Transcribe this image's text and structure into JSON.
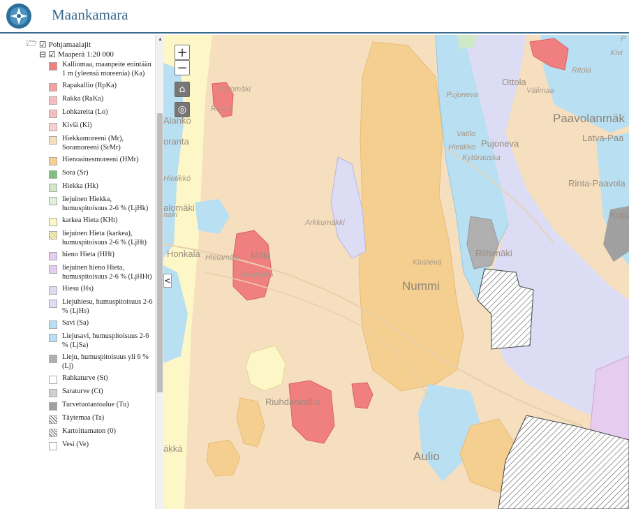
{
  "app": {
    "title": "Maankamara"
  },
  "tree": {
    "root": {
      "label": "Pohjamaalajit",
      "checked": true
    },
    "child": {
      "label": "Maaperä 1:20 000",
      "checked": true
    }
  },
  "legend": [
    {
      "label": "Kalliomaa, maanpeite enintään 1 m (yleensä moreenia) (Ka)",
      "color": "#f08080"
    },
    {
      "label": "Rapakallio (RpKa)",
      "color": "#f4a0a0"
    },
    {
      "label": "Rakka (RaKa)",
      "color": "#f7c0c0"
    },
    {
      "label": "Lohkareita (Lo)",
      "color": "#f7c0c0"
    },
    {
      "label": "Kiviä (Ki)",
      "color": "#f9cfcf"
    },
    {
      "label": "Hiekkamoreeni (Mr), Soramoreeni (SrMr)",
      "color": "#f5dfbf"
    },
    {
      "label": "Hienoainesmoreeni (HMr)",
      "color": "#f5cf90"
    },
    {
      "label": "Sora (Sr)",
      "color": "#7fbf7f"
    },
    {
      "label": "Hiekka (Hk)",
      "color": "#cfe8c8"
    },
    {
      "label": "liejuinen Hiekka, humuspitoisuus 2-6 % (LjHk)",
      "color": "#dff0d8"
    },
    {
      "label": "karkea Hieta (KHt)",
      "color": "#fdf7c8"
    },
    {
      "label": "liejuinen Hieta (karkea), humuspitoisuus 2-6 % (LjHt)",
      "color": "#fdf7c8"
    },
    {
      "label": "hieno Hieta (HHt)",
      "color": "#e6cdf0"
    },
    {
      "label": "liejuinen hieno Hieta, humuspitoisuus 2-6 % (LjHHt)",
      "color": "#e6cdf0"
    },
    {
      "label": "Hiesu (Hs)",
      "color": "#dcdcf5"
    },
    {
      "label": "Liejuhiesu, humuspitoisuus 2-6 % (LjHs)",
      "color": "#dcdcf5"
    },
    {
      "label": "Savi (Sa)",
      "color": "#b9dff2"
    },
    {
      "label": "Liejusavi, humuspitoisuus 2-6 % (LjSa)",
      "color": "#b9dff2"
    },
    {
      "label": "Lieju, humuspitoisuus yli 6 % (Lj)",
      "color": "#b0b0b0"
    },
    {
      "label": "Rahkaturve (St)",
      "color": "#ffffff"
    },
    {
      "label": "Saraturve (Ct)",
      "color": "#d0d0d0"
    },
    {
      "label": "Turvetuotantoalue (Tu)",
      "color": "#a0a0a0"
    },
    {
      "label": "Täytemaa (Ta)",
      "color": "#ffffff"
    },
    {
      "label": "Kartoittamaton (0)",
      "color": "#ffffff"
    },
    {
      "label": "Vesi (Ve)",
      "color": "#ffffff"
    }
  ],
  "map_labels": [
    "Palomäki",
    "Rajala",
    "Alanko",
    "oranta",
    "Hietikkö",
    "alomäki",
    "Honkala",
    "Hietamäki",
    "Mäki",
    "Hirsikallio",
    "Arkkumäkki",
    "Kivineva",
    "Nummi",
    "Riihimäki",
    "Riuhdankallio",
    "Aulio",
    "äkkä",
    "Pujoneva",
    "Ottola",
    "Välimaa",
    "Paavolanmäk",
    "Latva-Paa",
    "Rinta-Paavola",
    "Kuppi",
    "Hietikko",
    "Pujoneva",
    "Kytörauska",
    "Vatilo",
    "Ritola",
    "Kivi",
    "P",
    "naki"
  ],
  "controls": {
    "zoom_in": "+",
    "zoom_out": "−",
    "collapse": "<"
  },
  "colors": {
    "accent": "#3b6a8f",
    "map_base": "#f5dfbf"
  }
}
